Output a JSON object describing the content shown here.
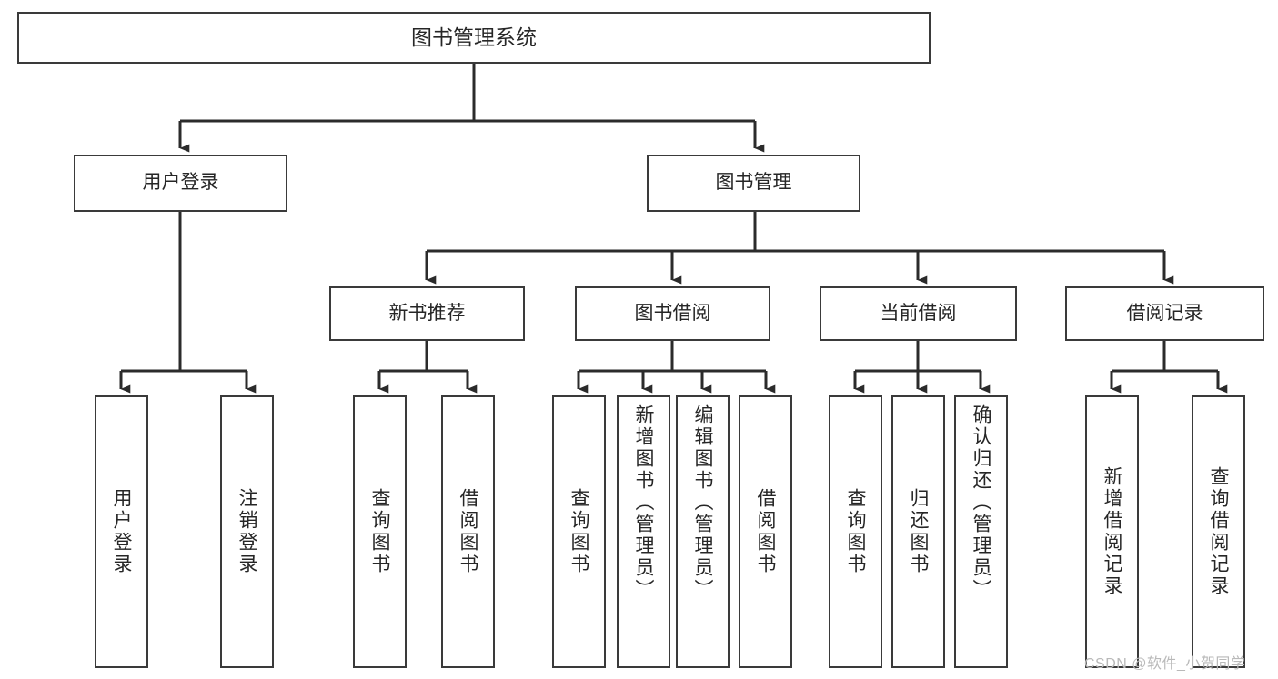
{
  "diagram": {
    "title": "图书管理系统",
    "type": "tree",
    "orientation": "top-down",
    "colors": {
      "box_border": "#3a3a3a",
      "box_fill": "#ffffff",
      "connector": "#2b2b2b",
      "text": "#262626",
      "watermark": "#b9b9b9",
      "background": "#ffffff"
    },
    "root": {
      "id": "root",
      "label": "图书管理系统",
      "level": 0
    },
    "level1": [
      {
        "id": "user-login",
        "label": "用户登录",
        "level": 1
      },
      {
        "id": "book-manage",
        "label": "图书管理",
        "level": 1
      }
    ],
    "level2": [
      {
        "id": "new-book-recommend",
        "label": "新书推荐",
        "level": 2,
        "parent": "book-manage"
      },
      {
        "id": "book-borrow",
        "label": "图书借阅",
        "level": 2,
        "parent": "book-manage"
      },
      {
        "id": "current-borrow",
        "label": "当前借阅",
        "level": 2,
        "parent": "book-manage"
      },
      {
        "id": "borrow-record",
        "label": "借阅记录",
        "level": 2,
        "parent": "book-manage"
      }
    ],
    "leaves": [
      {
        "id": "leaf-user-login",
        "label": "用户登录",
        "parent": "user-login"
      },
      {
        "id": "leaf-logout-login",
        "label": "注销登录",
        "parent": "user-login"
      },
      {
        "id": "leaf-query-book-1",
        "label": "查询图书",
        "parent": "new-book-recommend"
      },
      {
        "id": "leaf-borrow-book-1",
        "label": "借阅图书",
        "parent": "new-book-recommend"
      },
      {
        "id": "leaf-query-book-2",
        "label": "查询图书",
        "parent": "book-borrow"
      },
      {
        "id": "leaf-add-book",
        "label": "新增图书（管理员）",
        "parent": "book-borrow"
      },
      {
        "id": "leaf-edit-book",
        "label": "编辑图书（管理员）",
        "parent": "book-borrow"
      },
      {
        "id": "leaf-borrow-book-2",
        "label": "借阅图书",
        "parent": "book-borrow"
      },
      {
        "id": "leaf-query-book-3",
        "label": "查询图书",
        "parent": "current-borrow"
      },
      {
        "id": "leaf-return-book",
        "label": "归还图书",
        "parent": "current-borrow"
      },
      {
        "id": "leaf-confirm-return",
        "label": "确认归还（管理员）",
        "parent": "current-borrow"
      },
      {
        "id": "leaf-add-record",
        "label": "新增借阅记录",
        "parent": "borrow-record"
      },
      {
        "id": "leaf-query-record",
        "label": "查询借阅记录",
        "parent": "borrow-record"
      }
    ]
  },
  "watermark": {
    "text": "CSDN @软件_小贺同学"
  }
}
